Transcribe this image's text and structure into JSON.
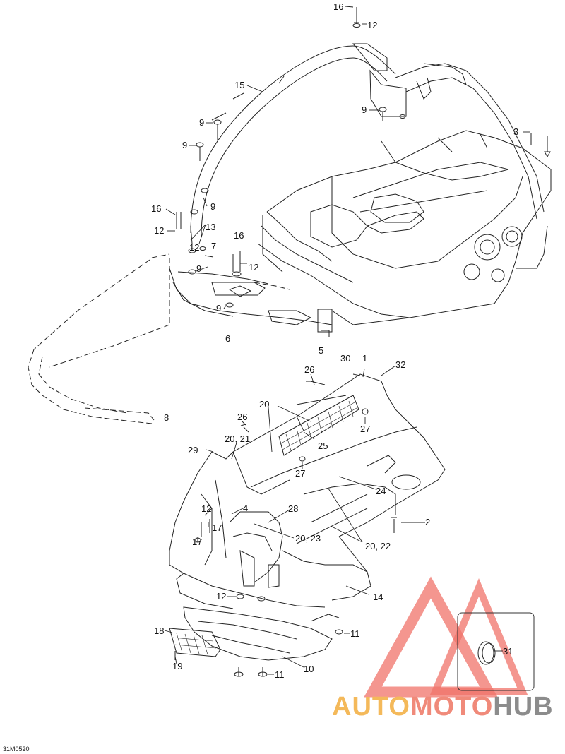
{
  "image_code": "31M0520",
  "watermark": {
    "parts": [
      "AUTO",
      "MOTO",
      "HUB"
    ],
    "colors": [
      "#f4b95a",
      "#f08a7a",
      "#8c8c8c"
    ],
    "logo_color": "#f0736a"
  },
  "callouts": {
    "c1": "16",
    "c2": "12",
    "c3": "15",
    "c4": "9",
    "c5": "9",
    "c6": "9",
    "c7": "3",
    "c8": "9",
    "c9": "16",
    "c10": "12",
    "c11": "13",
    "c12": "12",
    "c13": "7",
    "c14": "16",
    "c15": "9",
    "c16": "12",
    "c17": "9",
    "c18": "6",
    "c19": "5",
    "c20": "8",
    "c21": "30",
    "c22": "1",
    "c23": "32",
    "c24": "26",
    "c25": "20",
    "c26": "26",
    "c27": "27",
    "c28": "20, 21",
    "c29": "25",
    "c30": "29",
    "c31": "27",
    "c32": "24",
    "c33": "12",
    "c34": "4",
    "c35": "28",
    "c36": "17",
    "c37": "17",
    "c38": "2",
    "c39": "20, 23",
    "c40": "20, 22",
    "c41": "14",
    "c42": "12",
    "c43": "11",
    "c44": "18",
    "c45": "19",
    "c46": "10",
    "c47": "11",
    "c48": "31"
  }
}
